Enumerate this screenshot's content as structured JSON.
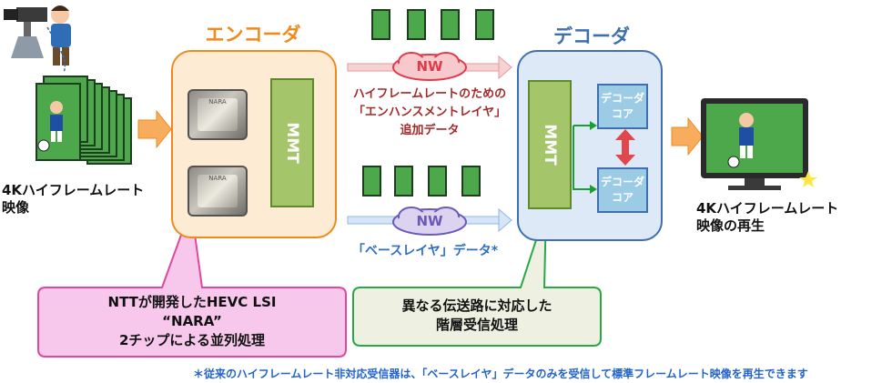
{
  "encoder": {
    "title": "エンコーダ",
    "chip_label": "NARA",
    "mmt_label": "MMT"
  },
  "decoder": {
    "title": "デコーダ",
    "mmt_label": "MMT",
    "core_top": [
      "デコーダ",
      "コア"
    ],
    "core_bottom": [
      "デコーダ",
      "コア"
    ]
  },
  "network": {
    "top_label": "NW",
    "bottom_label": "NW"
  },
  "enhancement": {
    "lines": [
      "ハイフレームレートのための",
      "「エンハンスメントレイヤ」",
      "追加データ"
    ]
  },
  "base_layer": {
    "label": "「ベースレイヤ」データ",
    "asterisk": "*"
  },
  "source": {
    "lines": [
      "4Kハイフレームレート",
      "映像"
    ]
  },
  "output": {
    "lines": [
      "4Kハイフレームレート",
      "映像の再生"
    ]
  },
  "callout_pink": {
    "lines": [
      "NTTが開発したHEVC LSI",
      "“NARA”",
      "2チップによる並列処理"
    ]
  },
  "callout_green": {
    "lines": [
      "異なる伝送路に対応した",
      "階層受信処理"
    ]
  },
  "footnote": "＊従来のハイフレームレート非対応受信器は、「ベースレイヤ」データのみを受信して標準フレームレート映像を再生できます",
  "colors": {
    "encoder": "#f08a1c",
    "decoder": "#3e6fae",
    "mmt": "#a5c56a",
    "pink_callout": "#f7c7ec",
    "green_callout": "#eef1e1",
    "note": "#2364c9"
  }
}
